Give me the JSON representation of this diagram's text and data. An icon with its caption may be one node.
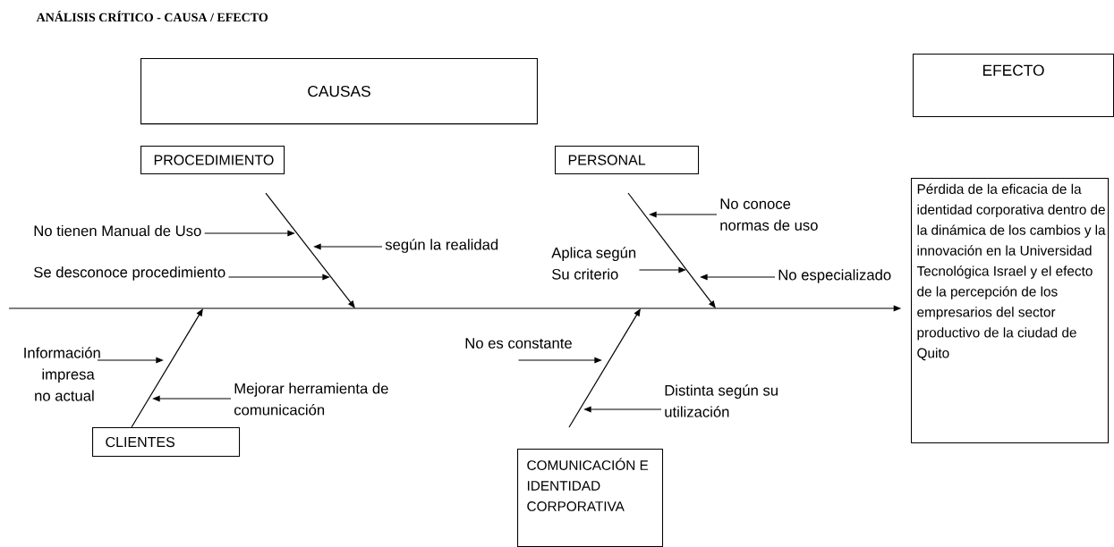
{
  "diagram": {
    "title": "ANÁLISIS CRÍTICO - CAUSA / EFECTO",
    "nodes": [
      {
        "text": [
          "CAUSAS"
        ]
      },
      {
        "text": [
          "EFECTO"
        ]
      },
      {
        "text": [
          "PROCEDIMIENTO"
        ]
      },
      {
        "text": [
          "PERSONAL"
        ]
      },
      {
        "text": [
          "Pérdida de la eficacia de la identidad corporativa dentro de la dinámica de los cambios y la innovación en la Universidad Tecnológica Israel y el efecto de la percepción de los empresarios del sector productivo de la ciudad de Quito"
        ]
      },
      {
        "text": [
          "CLIENTES"
        ]
      },
      {
        "text": [
          "COMUNICACIÓN E IDENTIDAD CORPORATIVA"
        ]
      },
      {
        "text": [
          "No tienen Manual de Uso"
        ]
      },
      {
        "text": [
          "según la realidad"
        ]
      },
      {
        "text": [
          "Se desconoce procedimiento"
        ]
      },
      {
        "text": [
          "No conoce normas de uso"
        ]
      },
      {
        "text": [
          "Aplica según Su criterio"
        ]
      },
      {
        "text": [
          "No especializado"
        ]
      },
      {
        "text": [
          "Información impresa no actual"
        ]
      },
      {
        "text": [
          "Mejorar herramienta de comunicación"
        ]
      },
      {
        "text": [
          "No es constante"
        ]
      },
      {
        "text": [
          "Distinta según su utilización"
        ]
      }
    ],
    "edges": [
      {
        "from": 7,
        "to": null,
        "arrow": "to"
      },
      {
        "from": 8,
        "to": null,
        "arrow": "to"
      },
      {
        "from": 9,
        "to": null,
        "arrow": "to"
      },
      {
        "from": 10,
        "to": null,
        "arrow": "to"
      },
      {
        "from": 11,
        "to": null,
        "arrow": "to"
      },
      {
        "from": 12,
        "to": null,
        "arrow": "to"
      },
      {
        "from": 13,
        "to": null,
        "arrow": "to"
      },
      {
        "from": 14,
        "to": null,
        "arrow": "to"
      },
      {
        "from": 15,
        "to": null,
        "arrow": "to"
      },
      {
        "from": 16,
        "to": null,
        "arrow": "to"
      },
      {
        "from": null,
        "to": 4,
        "arrow": "to"
      },
      {
        "from": 2,
        "to": null,
        "arrow": "to"
      },
      {
        "from": 3,
        "to": null,
        "arrow": "to"
      },
      {
        "from": 5,
        "to": null,
        "arrow": "to"
      },
      {
        "from": 6,
        "to": null,
        "arrow": "to"
      }
    ]
  }
}
